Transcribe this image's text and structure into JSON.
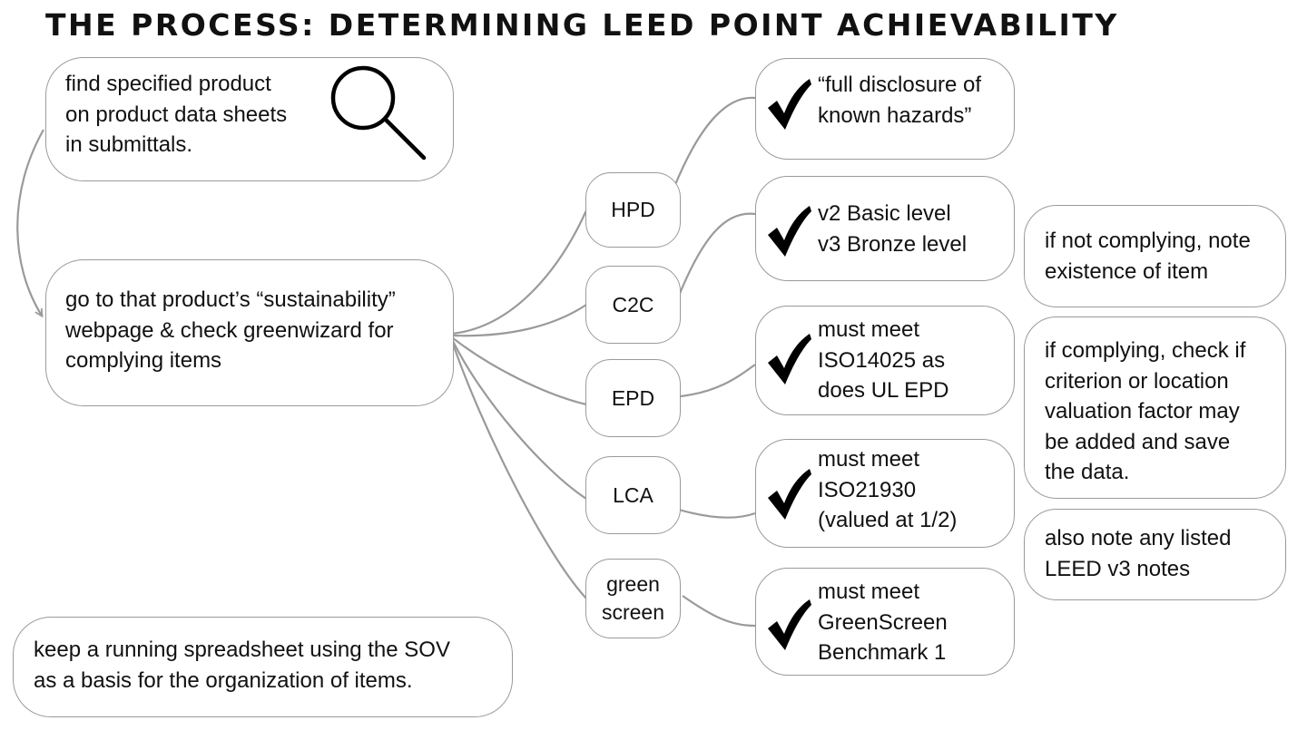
{
  "title": "THE PROCESS: DETERMINING LEED POINT ACHIEVABILITY",
  "steps": {
    "find": "find specified product\non product data sheets\nin submittals.",
    "goto": "go to that product’s “sustainability”\nwebpage & check greenwizard for\ncomplying items",
    "spreadsheet": "keep a running spreadsheet using the SOV\nas a basis for the organization of items."
  },
  "categories": [
    {
      "key": "hpd",
      "label": "HPD"
    },
    {
      "key": "c2c",
      "label": "C2C"
    },
    {
      "key": "epd",
      "label": "EPD"
    },
    {
      "key": "lca",
      "label": "LCA"
    },
    {
      "key": "greenscreen",
      "label": "green\nscreen"
    }
  ],
  "requirements": [
    {
      "key": "hpd",
      "text": "“full disclosure of\nknown hazards”"
    },
    {
      "key": "c2c",
      "text": "v2 Basic level\nv3 Bronze level"
    },
    {
      "key": "epd",
      "text": "must meet\nISO14025 as\ndoes UL EPD"
    },
    {
      "key": "lca",
      "text": "must meet\nISO21930\n(valued at 1/2)"
    },
    {
      "key": "greenscreen",
      "text": "must meet\nGreenScreen\nBenchmark 1"
    }
  ],
  "notes": [
    "if not complying, note\nexistence of item",
    "if complying, check if\ncriterion or location\nvaluation factor may\nbe added and save\nthe data.",
    "also note any listed\nLEED v3 notes"
  ],
  "icons": {
    "search": "magnifier-icon",
    "check": "checkmark-icon"
  },
  "colors": {
    "connector": "#9a9a9a",
    "border": "#9a9a9a",
    "text": "#111111"
  }
}
